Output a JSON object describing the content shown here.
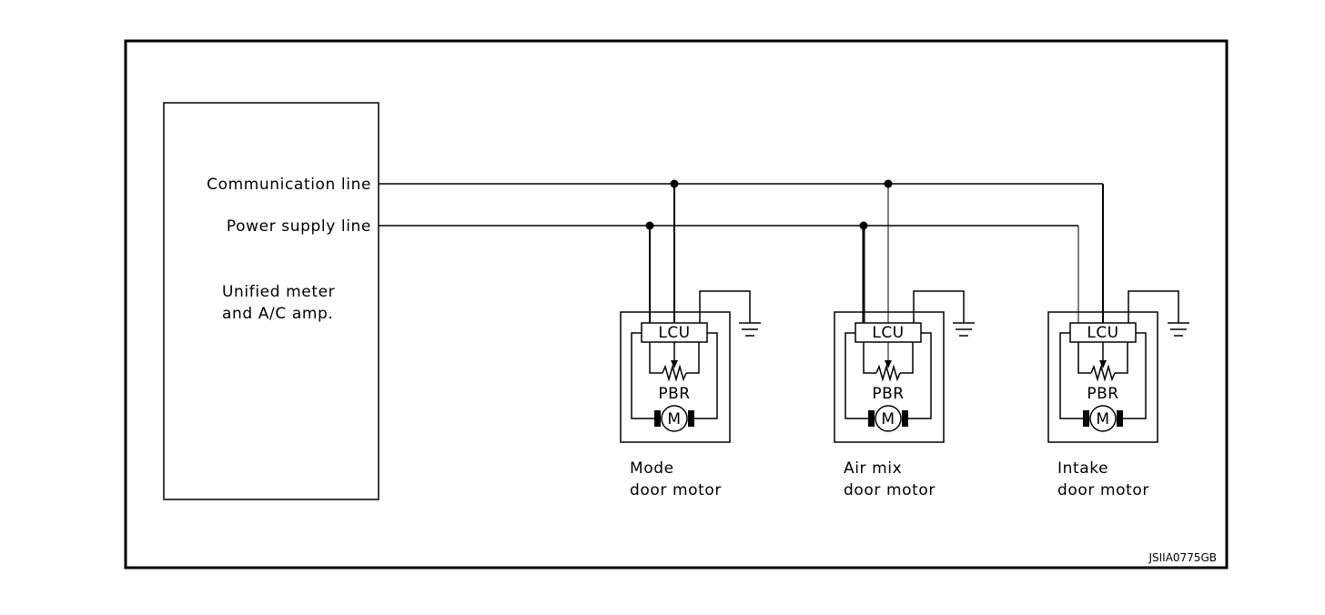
{
  "amp": {
    "name_line1": "Unified meter",
    "name_line2": "and A/C amp.",
    "comm_label": "Communication line",
    "power_label": "Power supply line"
  },
  "motors": [
    {
      "line1": "Mode",
      "line2": "door motor",
      "lcu": "LCU",
      "pbr": "PBR",
      "motor": "M"
    },
    {
      "line1": "Air mix",
      "line2": "door motor",
      "lcu": "LCU",
      "pbr": "PBR",
      "motor": "M"
    },
    {
      "line1": "Intake",
      "line2": "door motor",
      "lcu": "LCU",
      "pbr": "PBR",
      "motor": "M"
    }
  ],
  "figure_id": "JSIIA0775GB"
}
